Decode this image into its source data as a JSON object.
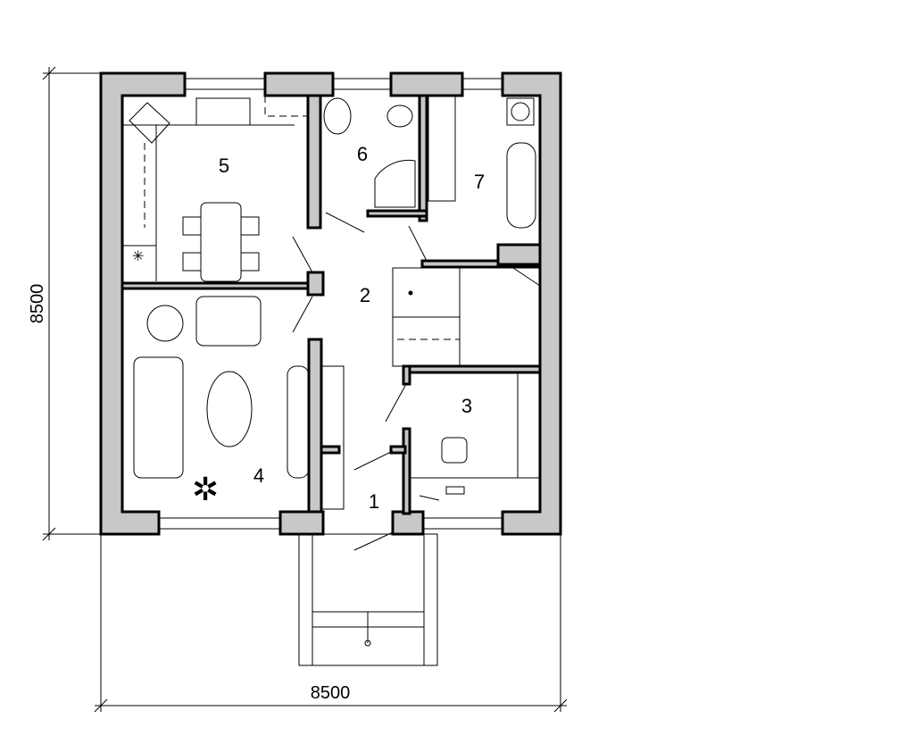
{
  "plan": {
    "rooms": [
      {
        "number": "1"
      },
      {
        "number": "2"
      },
      {
        "number": "3"
      },
      {
        "number": "4"
      },
      {
        "number": "5"
      },
      {
        "number": "6"
      },
      {
        "number": "7"
      }
    ],
    "dimensions": {
      "width": "8500",
      "height": "8500"
    }
  }
}
